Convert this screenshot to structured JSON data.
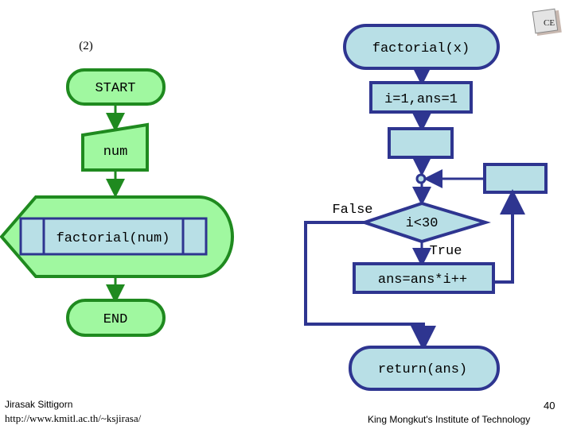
{
  "label": "(2)",
  "main_flow": {
    "start": "START",
    "input": "num",
    "call": "factorial(num)",
    "end": "END"
  },
  "function_flow": {
    "entry": "factorial(x)",
    "init": "i=1,ans=1",
    "condition": "i<30",
    "false_label": "False",
    "true_label": "True",
    "body": "ans=ans*i++",
    "return": "return(ans)"
  },
  "footer": {
    "author": "Jirasak Sittigorn",
    "url": "http://www.kmitl.ac.th/~ksjirasa/",
    "page_number": "40",
    "institute": "King Mongkut's Institute of Technology"
  },
  "colors": {
    "green_fill": "#a0f8a0",
    "green_stroke": "#1f8a1f",
    "blue_fill": "#b8dfe6",
    "blue_stroke": "#2e3590"
  }
}
